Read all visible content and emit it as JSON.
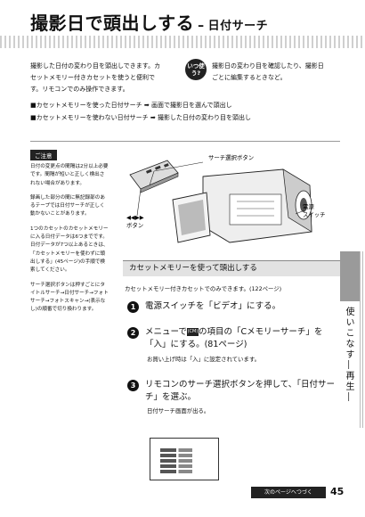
{
  "header": {
    "title": "撮影日で頭出しする",
    "dash": "–",
    "subtitle": "日付サーチ"
  },
  "intro": {
    "main": "撮影した日付の変わり目を頭出しできます。カセットメモリー付きカセットを使うと便利です。リモコンでのみ操作できます。",
    "badge": "いつ使う?",
    "badge_text": "撮影日の変わり目を確認したり、撮影日ごとに編集するときなど。"
  },
  "bullets": [
    {
      "prefix": "■カセットメモリーを使った日付サーチ",
      "arrow": "➡",
      "suffix": "画面で撮影日を選んで頭出し"
    },
    {
      "prefix": "■カセットメモリーを使わない日付サーチ",
      "arrow": "➡",
      "suffix": "撮影した日付の変わり目を頭出し"
    }
  ],
  "note_badge": "ご注意",
  "side_notes": [
    "日付の変更点の間隔は2分以上必要です。間隔が短いと正しく検出されない場合があります。",
    "録画した部分の間に無記録部のあるテープでは日付サーチが正しく動かないことがあります。",
    "1つのカセットのカセットメモリーに入る日付データは6つまでです。日付データが7つ以上あるときは、「カセットメモリーを使わずに頭出しする」(45ページ)の手順で検索してください。",
    "サーチ選択ボタンは押すごとにタイトルサーチ→日付サーチ→フォトサーチ→フォトスキャン→(表示なし)の順番で切り換わります。"
  ],
  "illustration": {
    "label_search_button": "サーチ選択ボタン",
    "label_power_1": "電源",
    "label_power_2": "スイッチ",
    "label_skip_keys": "◀◀▶▶",
    "label_button": "ボタン"
  },
  "section": {
    "heading": "カセットメモリーを使って頭出しする",
    "subtext": "カセットメモリー付きカセットでのみできます。(122ページ)"
  },
  "steps": [
    {
      "num": "1",
      "text": "電源スイッチを「ビデオ」にする。"
    },
    {
      "num": "2",
      "text_a": "メニューで",
      "icon": "(CM)",
      "text_b": "の項目の「Cメモリーサーチ」を「入」にする。(81ページ)",
      "note": "お買い上げ時は「入」に設定されています。"
    },
    {
      "num": "3",
      "text": "リモコンのサーチ選択ボタンを押して、「日付サーチ」を選ぶ。",
      "note": "日付サーチ画面が出る。"
    }
  ],
  "side_tab": "使いこなす―再生―",
  "footer": {
    "next_page": "次のページへつづく",
    "page_number": "45"
  }
}
